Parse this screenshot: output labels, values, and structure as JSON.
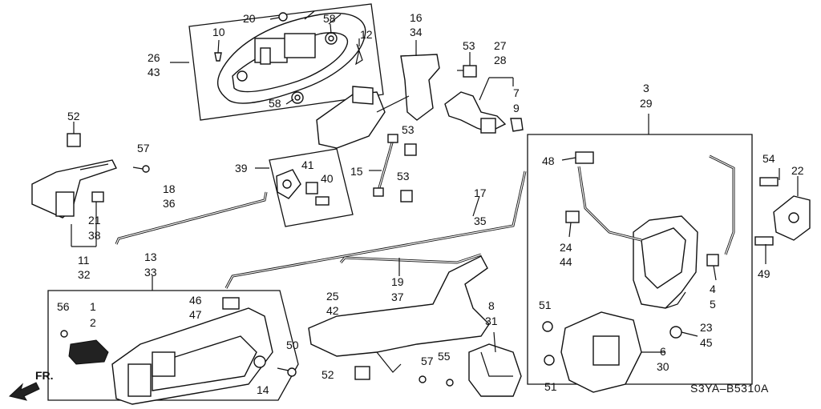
{
  "labels": {
    "l1": "1",
    "l2": "2",
    "l3": "3",
    "l4": "4",
    "l5": "5",
    "l6": "6",
    "l7": "7",
    "l8": "8",
    "l9": "9",
    "l10": "10",
    "l11": "11",
    "l12": "12",
    "l13": "13",
    "l14": "14",
    "l15": "15",
    "l16": "16",
    "l17": "17",
    "l18": "18",
    "l19": "19",
    "l20": "20",
    "l21": "21",
    "l22": "22",
    "l23": "23",
    "l24": "24",
    "l25": "25",
    "l26": "26",
    "l27": "27",
    "l28": "28",
    "l29": "29",
    "l30": "30",
    "l31": "31",
    "l32": "32",
    "l33": "33",
    "l34": "34",
    "l35": "35",
    "l36": "36",
    "l37": "37",
    "l38": "38",
    "l39": "39",
    "l40": "40",
    "l41": "41",
    "l42": "42",
    "l43": "43",
    "l44": "44",
    "l45": "45",
    "l46": "46",
    "l47": "47",
    "l48": "48",
    "l49": "49",
    "l50": "50",
    "l51a": "51",
    "l51b": "51",
    "l52a": "52",
    "l52b": "52",
    "l53a": "53",
    "l53b": "53",
    "l53c": "53",
    "l54": "54",
    "l55": "55",
    "l56": "56",
    "l57a": "57",
    "l57b": "57",
    "l58a": "58",
    "l58b": "58"
  },
  "front_label": "FR.",
  "diagram_code": "S3YA–B5310A"
}
